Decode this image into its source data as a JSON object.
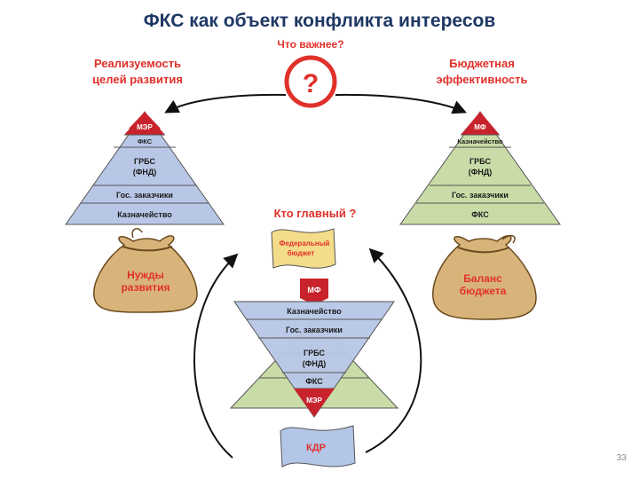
{
  "title": "ФКС как объект конфликта интересов",
  "page_number": "33",
  "question_top": "Что важнее?",
  "question_mark": "?",
  "question_middle": "Кто главный ?",
  "left_label": {
    "line1": "Реализуемость",
    "line2": "целей развития"
  },
  "right_label": {
    "line1": "Бюджетная",
    "line2": "эффективность"
  },
  "left_pyramid": {
    "apex": "МЭР",
    "levels": [
      "ФКС",
      "ГРБС",
      "(ФНД)",
      "Гос. заказчики",
      "Казначейство"
    ]
  },
  "right_pyramid": {
    "apex": "МФ",
    "levels": [
      "Казначейство",
      "ГРБС",
      "(ФНД)",
      "Гос. заказчики",
      "ФКС"
    ]
  },
  "left_bag": {
    "line1": "Нужды",
    "line2": "развития"
  },
  "right_bag": {
    "line1": "Баланс",
    "line2": "бюджета"
  },
  "federal_budget": {
    "line1": "Федеральный",
    "line2": "бюджет"
  },
  "center_inverted": {
    "top": "МФ",
    "levels": [
      "Казначейство",
      "Гос. заказчики",
      "ГРБС",
      "(ФНД)",
      "ФКС"
    ],
    "bottom": "МЭР"
  },
  "kdr": "КДР",
  "colors": {
    "title": "#1f3864",
    "accent_red": "#e0312b",
    "apex_red": "#c8232c",
    "blue_levels": "#b8c7e6",
    "green_levels": "#c9dca8",
    "bag": "#d9b47a",
    "flag_blue": "#b3c6e8",
    "flag_yellow": "#f3dc8a"
  }
}
